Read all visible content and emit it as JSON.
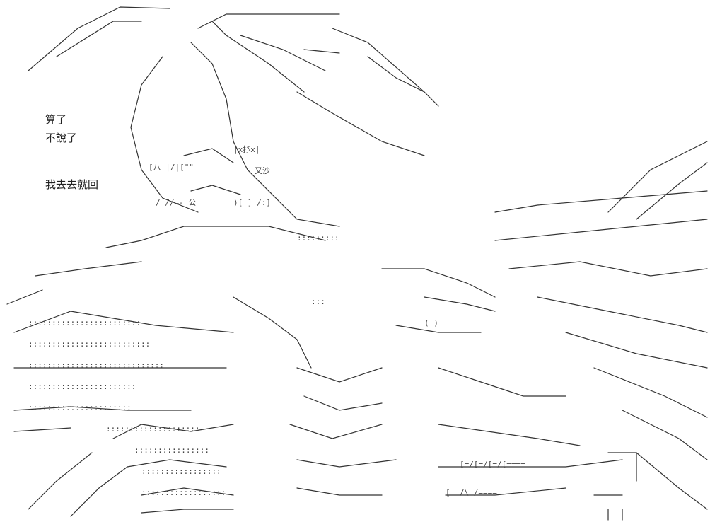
{
  "dialogue": {
    "line1": "算了",
    "line2": "不說了",
    "line3": "我去去就回"
  },
  "colors": {
    "background": "#ffffff",
    "ink": "#1a1a1a"
  }
}
